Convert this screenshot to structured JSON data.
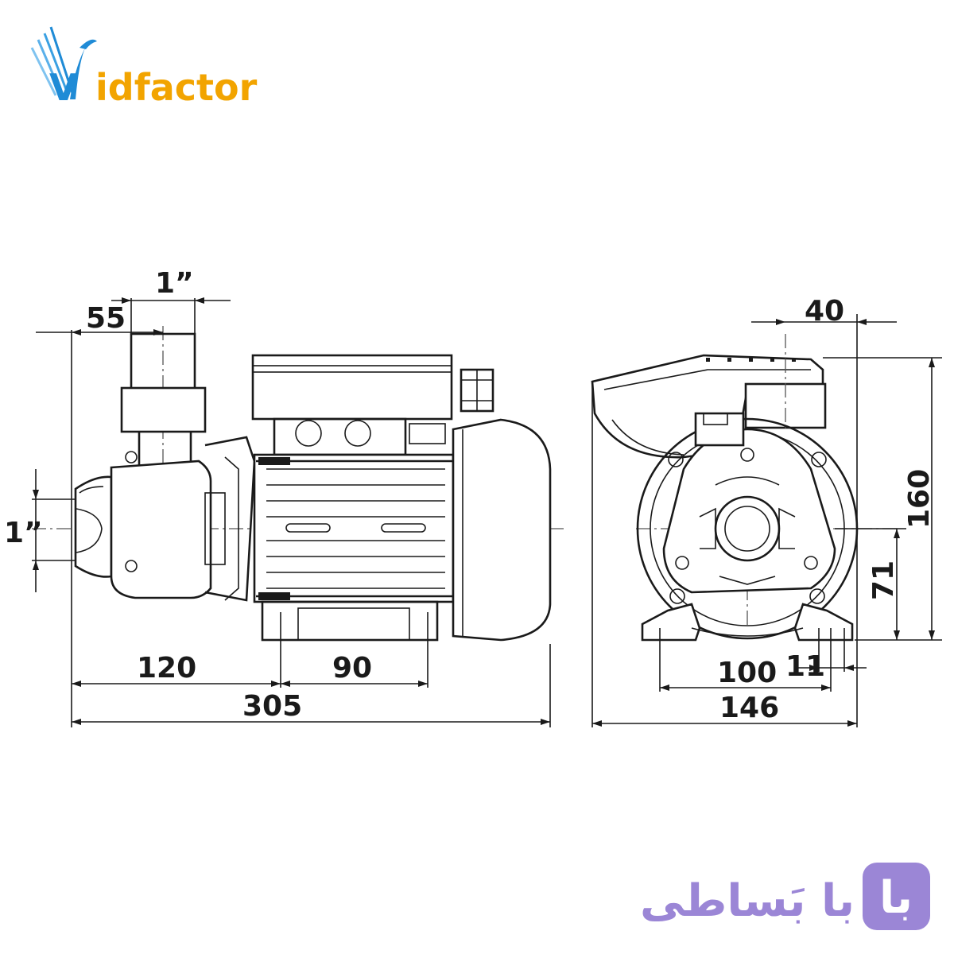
{
  "logo": {
    "prefix": "V",
    "rest": "idfactor",
    "blue": "#1f8bd6",
    "orange": "#f2a400"
  },
  "side_view": {
    "inlet_size": "1”",
    "outlet_size": "1”",
    "dim_outlet_offset": "55",
    "dim_inlet_to_foot": "120",
    "dim_foot_spacing": "90",
    "dim_total_length": "305"
  },
  "front_view": {
    "dim_outlet_offset": "40",
    "dim_total_height": "160",
    "dim_center_height": "71",
    "dim_foot_spacing": "100",
    "dim_foot_hole": "11",
    "dim_total_width": "146"
  },
  "brand_badge": {
    "text": "با بَساطی",
    "purple": "#9b86d6"
  }
}
